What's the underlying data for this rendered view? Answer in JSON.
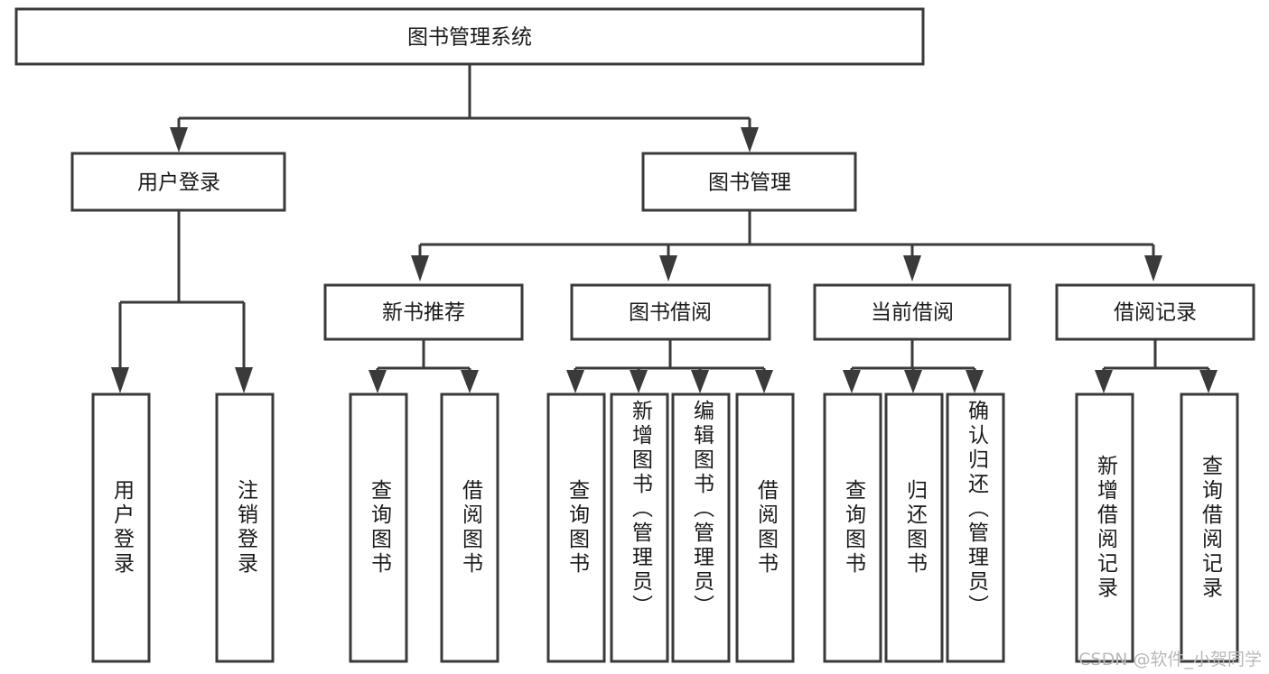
{
  "diagram": {
    "type": "tree",
    "title": "图书管理系统",
    "orientation": "top-down",
    "colors": {
      "box_stroke": "#3a3a3a",
      "box_fill": "#ffffff",
      "text": "#1a1a1a",
      "background": "#ffffff",
      "watermark": "#b9b9b9"
    },
    "root": {
      "label": "图书管理系统",
      "id": "root"
    },
    "level1": [
      {
        "id": "user-login",
        "label": "用户登录"
      },
      {
        "id": "book-manage",
        "label": "图书管理"
      }
    ],
    "level2": [
      {
        "id": "new-book-recommend",
        "label": "新书推荐",
        "parent": "book-manage"
      },
      {
        "id": "book-borrow",
        "label": "图书借阅",
        "parent": "book-manage"
      },
      {
        "id": "current-borrow",
        "label": "当前借阅",
        "parent": "book-manage"
      },
      {
        "id": "borrow-record",
        "label": "借阅记录",
        "parent": "book-manage"
      }
    ],
    "leaves": {
      "user-login": [
        {
          "id": "leaf-user-login",
          "label": "用户登录"
        },
        {
          "id": "leaf-logout",
          "label": "注销登录"
        }
      ],
      "new-book-recommend": [
        {
          "id": "leaf-query-book-1",
          "label": "查询图书"
        },
        {
          "id": "leaf-borrow-book-1",
          "label": "借阅图书"
        }
      ],
      "book-borrow": [
        {
          "id": "leaf-query-book-2",
          "label": "查询图书"
        },
        {
          "id": "leaf-add-book",
          "label": "新增图书（管理员）"
        },
        {
          "id": "leaf-edit-book",
          "label": "编辑图书（管理员）"
        },
        {
          "id": "leaf-borrow-book-2",
          "label": "借阅图书"
        }
      ],
      "current-borrow": [
        {
          "id": "leaf-query-book-3",
          "label": "查询图书"
        },
        {
          "id": "leaf-return-book",
          "label": "归还图书"
        },
        {
          "id": "leaf-confirm-return",
          "label": "确认归还（管理员）"
        }
      ],
      "borrow-record": [
        {
          "id": "leaf-add-record",
          "label": "新增借阅记录"
        },
        {
          "id": "leaf-query-record",
          "label": "查询借阅记录"
        }
      ]
    }
  },
  "watermark": {
    "text": "CSDN @软件_小贺同学"
  }
}
